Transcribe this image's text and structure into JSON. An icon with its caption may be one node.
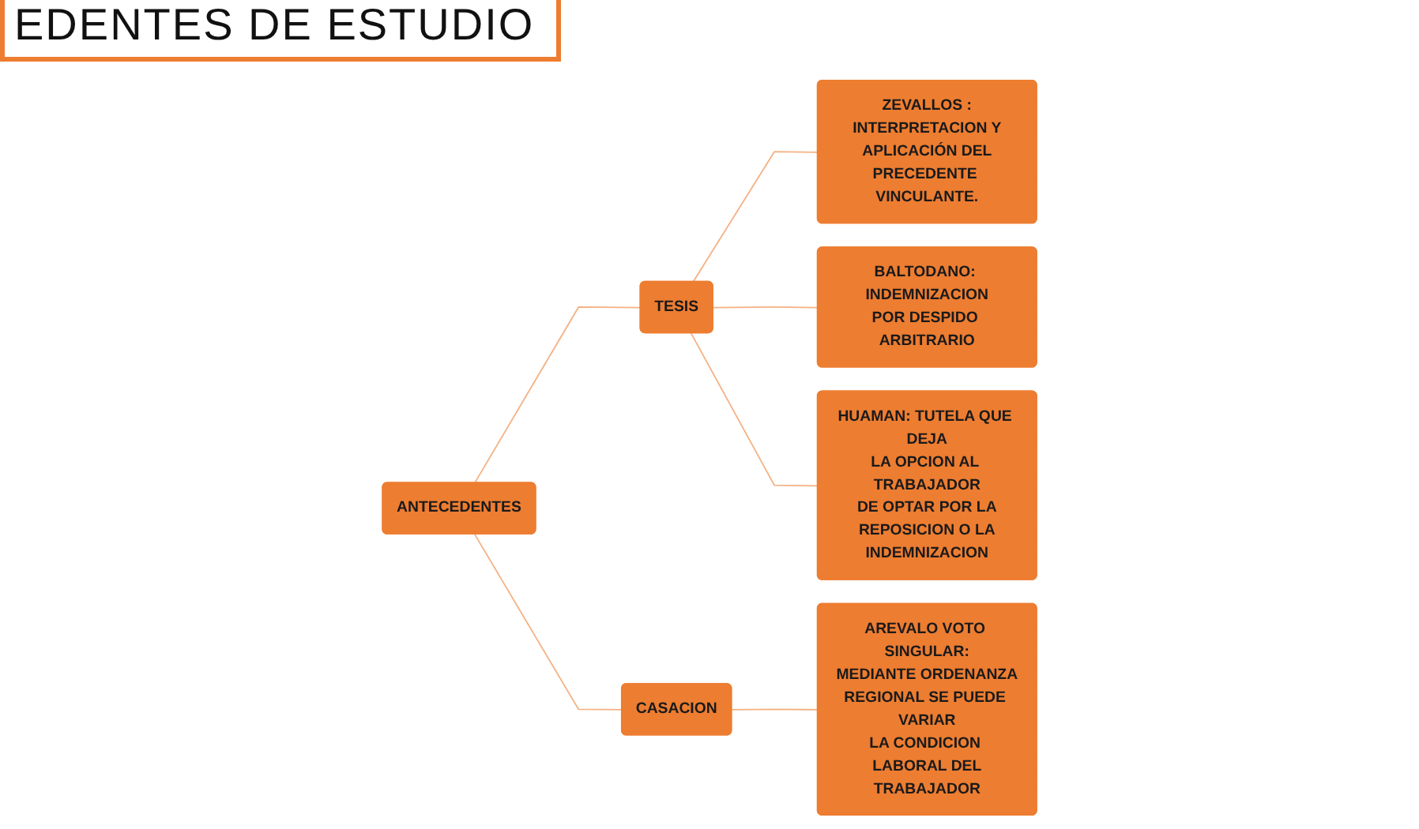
{
  "diagram": {
    "title": "EDENTES DE ESTUDIO",
    "nodes": [
      {
        "text": [
          "ANTECEDENTES"
        ]
      },
      {
        "text": [
          "TESIS"
        ]
      },
      {
        "text": [
          "CASACION"
        ]
      },
      {
        "text": [
          "ZEVALLOS : INTERPRETACION Y APLICACIÓN DEL PRECEDENTE VINCULANTE."
        ]
      },
      {
        "text": [
          "BALTODANO: INDEMNIZACION POR DESPIDO ARBITRARIO"
        ]
      },
      {
        "text": [
          "HUAMAN: TUTELA QUE DEJA LA OPCION AL TRABAJADOR DE OPTAR POR LA REPOSICION O LA INDEMNIZACION"
        ]
      },
      {
        "text": [
          "AREVALO VOTO SINGULAR: MEDIANTE ORDENANZA REGIONAL SE PUEDE VARIAR LA CONDICION LABORAL DEL TRABAJADOR"
        ]
      }
    ],
    "edges": [
      {
        "from": 0,
        "to": 1,
        "arrow": "none"
      },
      {
        "from": 0,
        "to": 2,
        "arrow": "none"
      },
      {
        "from": 1,
        "to": 3,
        "arrow": "none"
      },
      {
        "from": 1,
        "to": 4,
        "arrow": "none"
      },
      {
        "from": 1,
        "to": 5,
        "arrow": "none"
      },
      {
        "from": 2,
        "to": 6,
        "arrow": "none"
      }
    ]
  }
}
